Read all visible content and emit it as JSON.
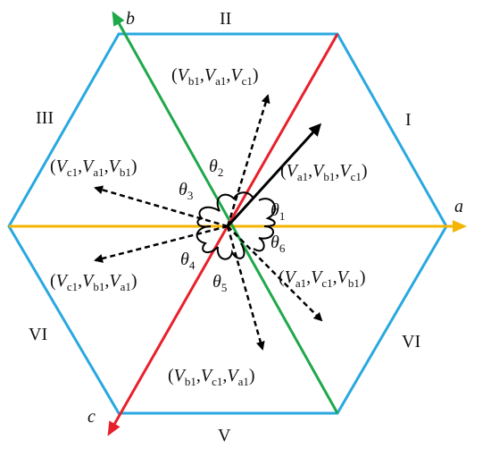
{
  "colors": {
    "hexagon": "#29A8E0",
    "axis_a": "#F5B400",
    "axis_b": "#1FA84A",
    "axis_c": "#E8202A",
    "vectors": "#000000"
  },
  "axes": {
    "a": "a",
    "b": "b",
    "c": "c"
  },
  "sectors": {
    "I": "I",
    "II": "II",
    "III": "III",
    "V": "V",
    "VI_left": "VI",
    "VI_right": "VI"
  },
  "angles": {
    "theta1": {
      "sym": "θ",
      "sub": "1"
    },
    "theta2": {
      "sym": "θ",
      "sub": "2"
    },
    "theta3": {
      "sym": "θ",
      "sub": "3"
    },
    "theta4": {
      "sym": "θ",
      "sub": "4"
    },
    "theta5": {
      "sym": "θ",
      "sub": "5"
    },
    "theta6": {
      "sym": "θ",
      "sub": "6"
    }
  },
  "vector_labels": {
    "v1": [
      "a1",
      "b1",
      "c1"
    ],
    "v2": [
      "b1",
      "a1",
      "c1"
    ],
    "v3": [
      "c1",
      "a1",
      "b1"
    ],
    "v4": [
      "c1",
      "b1",
      "a1"
    ],
    "v5": [
      "b1",
      "c1",
      "a1"
    ],
    "v6": [
      "a1",
      "c1",
      "b1"
    ]
  },
  "V": "V"
}
